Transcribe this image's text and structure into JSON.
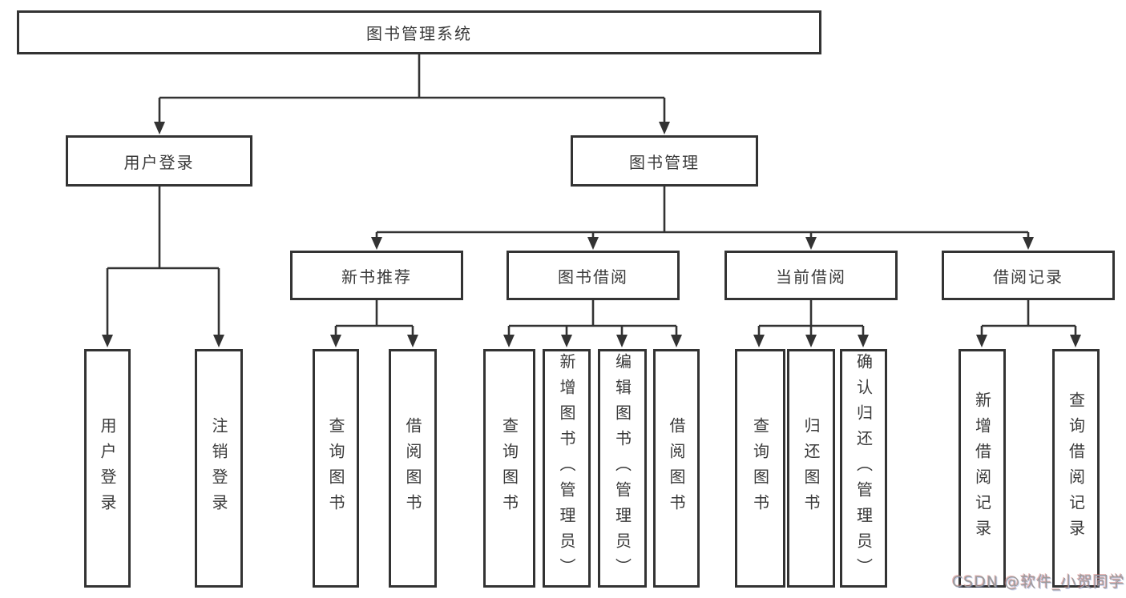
{
  "diagram_type": "hierarchy-tree",
  "colors": {
    "line": "#333333",
    "box_border": "#333333",
    "box_fill": "#ffffff",
    "text": "#3a3a3a",
    "background": "#ffffff",
    "watermark_text_color": "#9b9b9b"
  },
  "tree": {
    "label": "图书管理系统",
    "children": [
      {
        "label": "用户登录",
        "children": [
          {
            "label": "用户登录"
          },
          {
            "label": "注销登录"
          }
        ]
      },
      {
        "label": "图书管理",
        "children": [
          {
            "label": "新书推荐",
            "children": [
              {
                "label": "查询图书"
              },
              {
                "label": "借阅图书"
              }
            ]
          },
          {
            "label": "图书借阅",
            "children": [
              {
                "label": "查询图书"
              },
              {
                "label": "新增图书（管理员）"
              },
              {
                "label": "编辑图书（管理员）"
              },
              {
                "label": "借阅图书"
              }
            ]
          },
          {
            "label": "当前借阅",
            "children": [
              {
                "label": "查询图书"
              },
              {
                "label": "归还图书"
              },
              {
                "label": "确认归还（管理员）"
              }
            ]
          },
          {
            "label": "借阅记录",
            "children": [
              {
                "label": "新增借阅记录"
              },
              {
                "label": "查询借阅记录"
              }
            ]
          }
        ]
      }
    ]
  },
  "watermark": "CSDN @软件_小贺同学"
}
